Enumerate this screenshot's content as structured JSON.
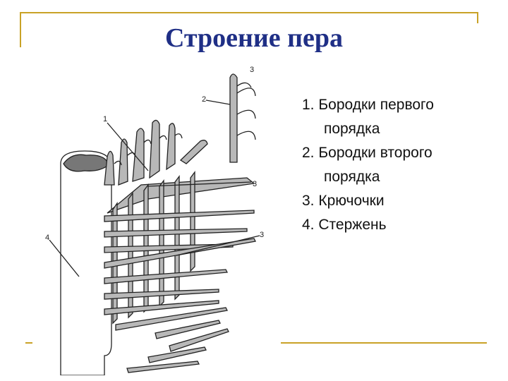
{
  "title": "Строение пера",
  "legend": [
    {
      "number": "1.",
      "line1": "Бородки первого",
      "line2": "порядка"
    },
    {
      "number": "2.",
      "line1": "Бородки второго",
      "line2": "порядка"
    },
    {
      "number": "3.",
      "line1": "Крючочки",
      "line2": ""
    },
    {
      "number": "4.",
      "line1": "Стержень",
      "line2": ""
    }
  ],
  "diagram_labels": {
    "l1": "1",
    "l2": "2",
    "l3a": "3",
    "l3b": "3",
    "l3c": "3",
    "l4": "4"
  },
  "colors": {
    "frame": "#c9a227",
    "title": "#1f2f86",
    "fill": "#b8b8b8",
    "ink": "#222222"
  }
}
